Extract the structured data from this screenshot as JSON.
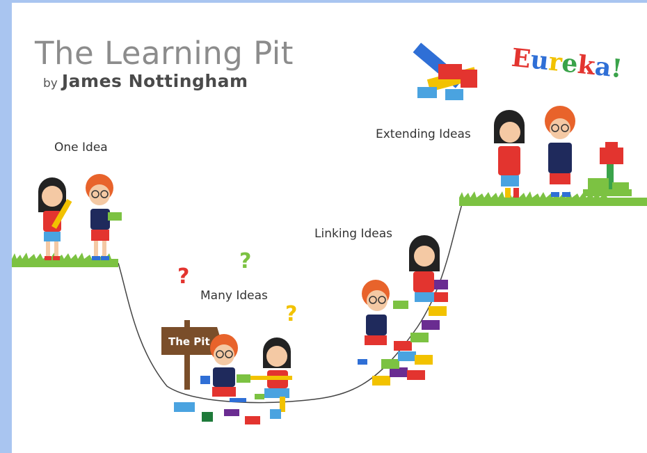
{
  "title": "The Learning Pit",
  "byline": {
    "by": "by",
    "author": "James Nottingham"
  },
  "stages": {
    "one_idea": "One Idea",
    "many_ideas": "Many Ideas",
    "linking_ideas": "Linking Ideas",
    "extending_ideas": "Extending Ideas"
  },
  "sign": "The Pit",
  "eureka": {
    "letters": [
      "E",
      "u",
      "r",
      "e",
      "k",
      "a",
      "!"
    ],
    "colors": [
      "#e3342f",
      "#2f6fd6",
      "#f2c200",
      "#3aa34a",
      "#e3342f",
      "#2f6fd6",
      "#3aa34a"
    ]
  },
  "question_marks": [
    "?",
    "?",
    "?"
  ],
  "question_colors": [
    "#e3342f",
    "#7cc242",
    "#f2c200"
  ],
  "colors": {
    "background_border": "#a9c5f0",
    "grass": "#7cc242",
    "line": "#444444",
    "sign_wood": "#7a4e2a"
  }
}
